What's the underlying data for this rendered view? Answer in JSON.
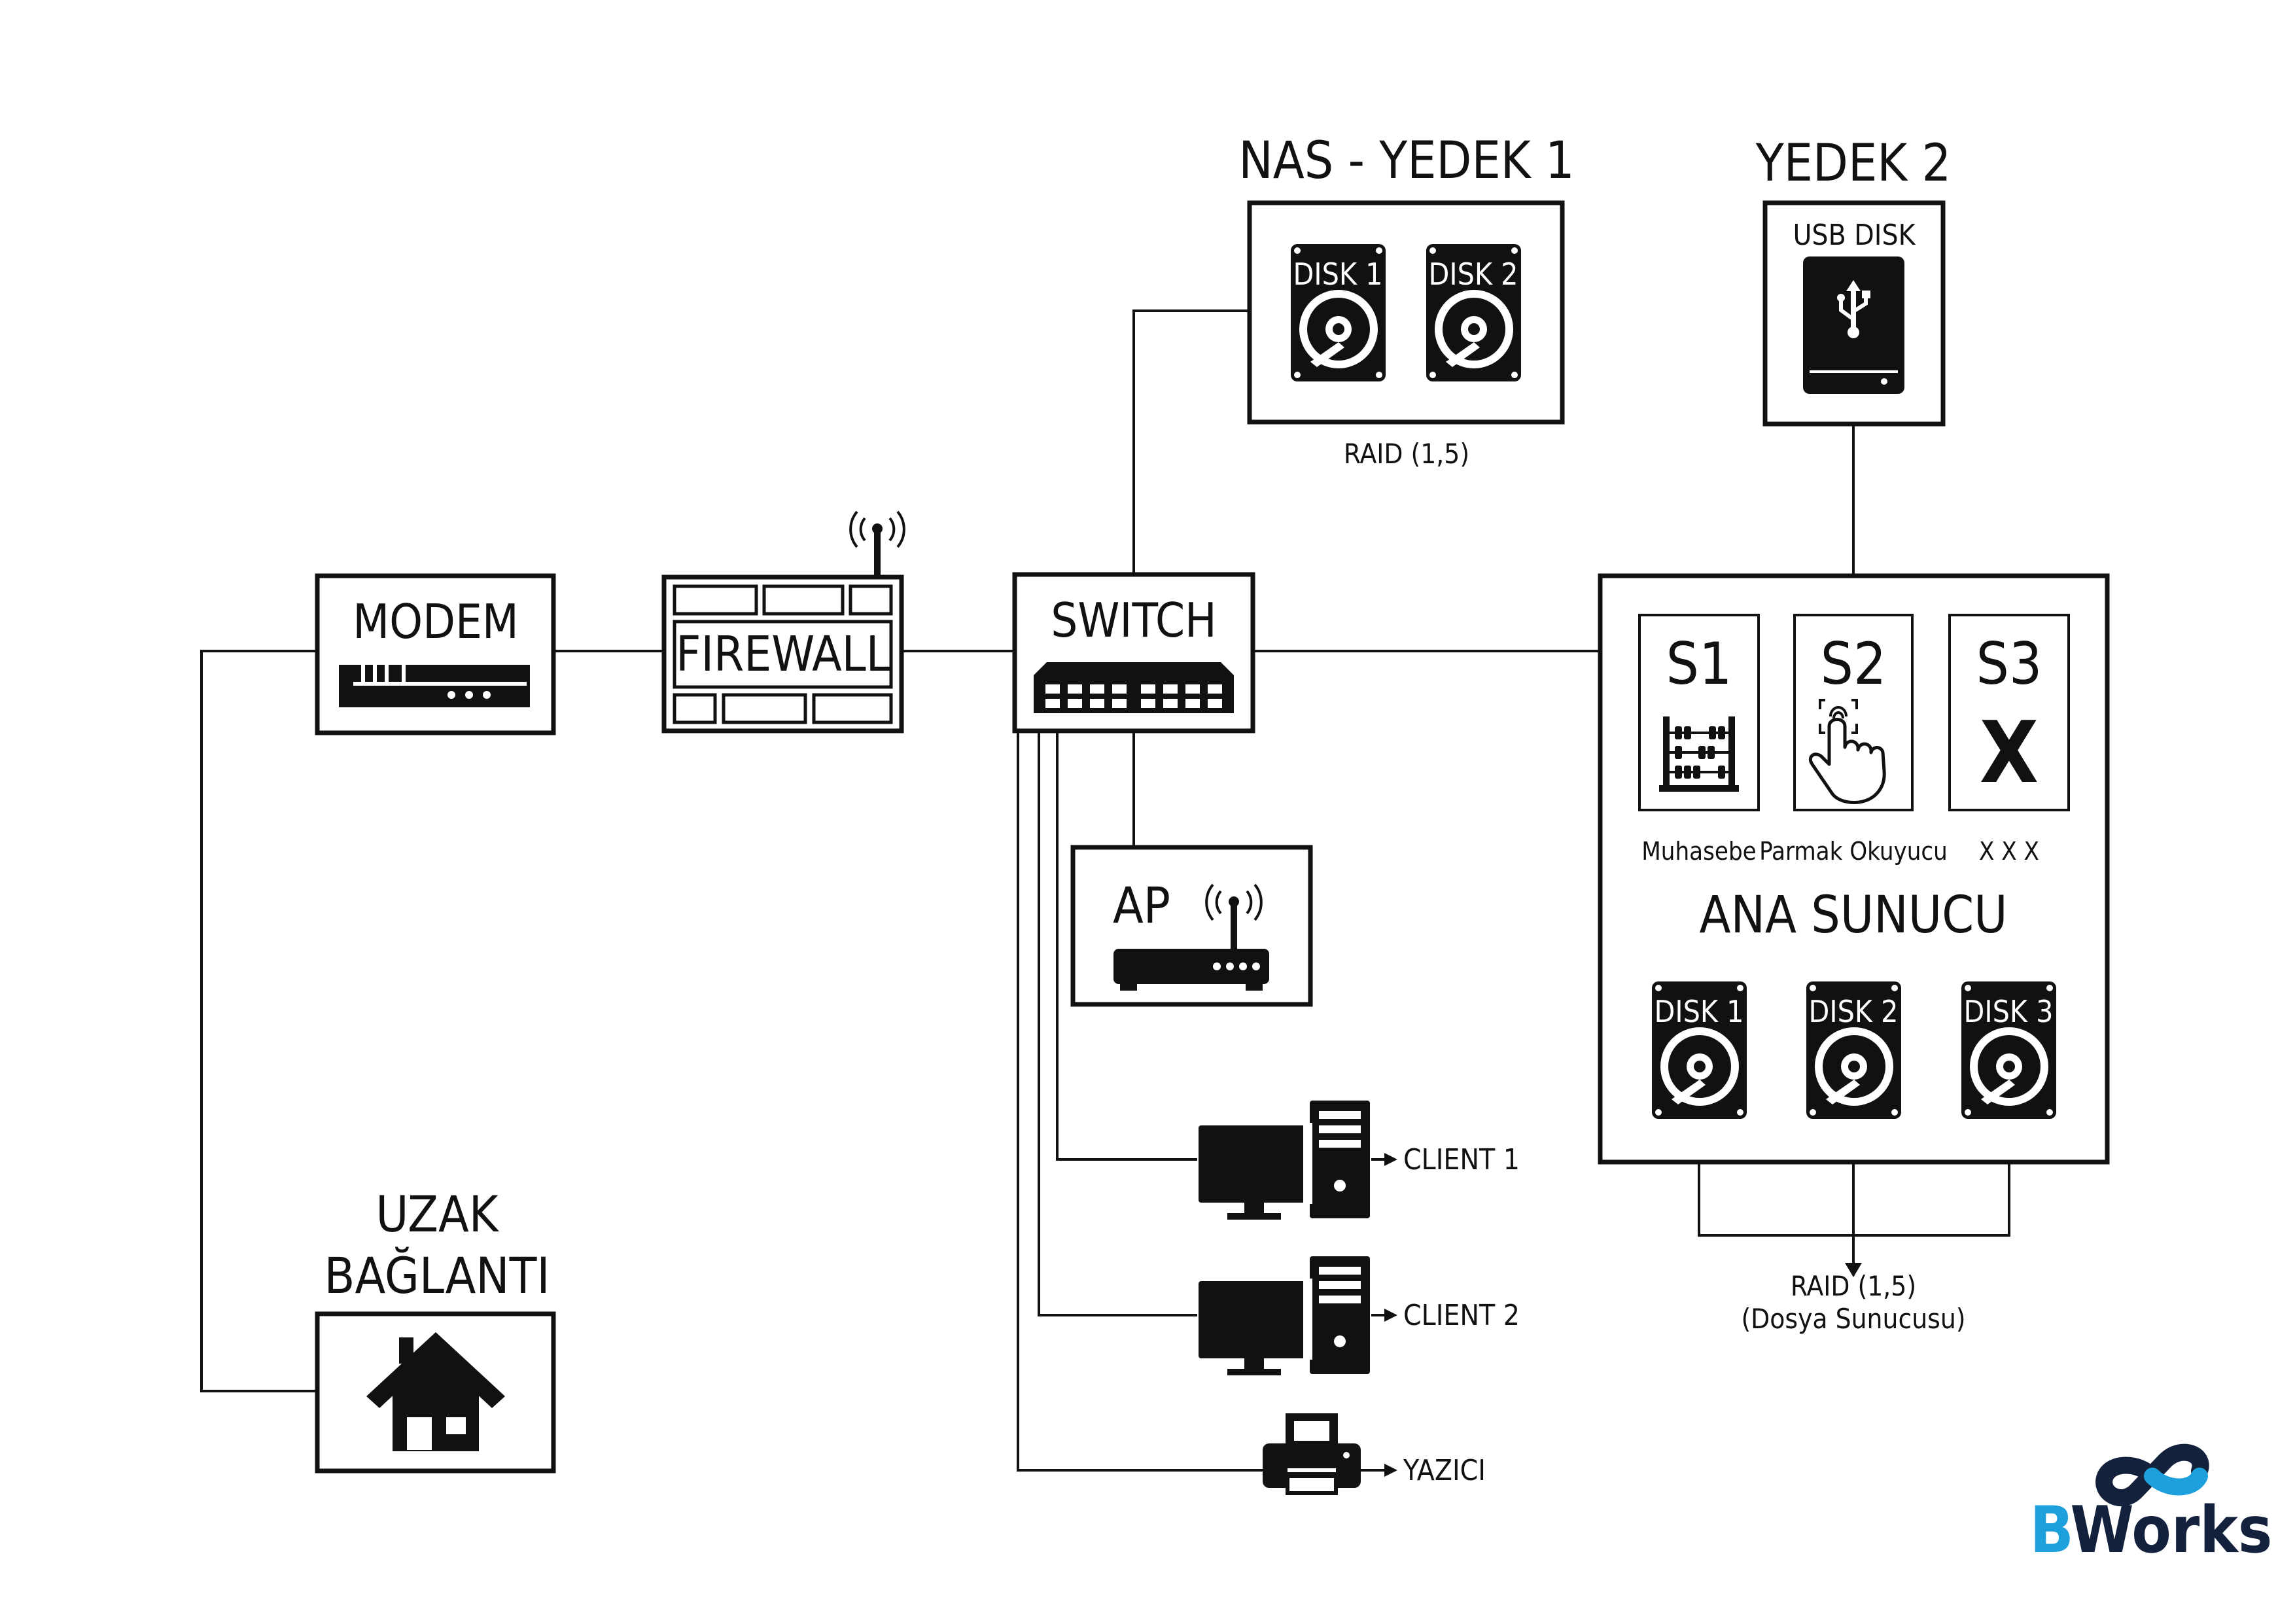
{
  "nodes": {
    "nas": {
      "title": "NAS - YEDEK 1",
      "disks": [
        "DISK 1",
        "DISK 2"
      ],
      "raid": "RAID (1,5)"
    },
    "backup2": {
      "title": "YEDEK 2",
      "device": "USB DISK"
    },
    "modem": {
      "label": "MODEM"
    },
    "firewall": {
      "label": "FIREWALL"
    },
    "switch": {
      "label": "SWITCH"
    },
    "ap": {
      "label": "AP"
    },
    "main_server": {
      "title": "ANA SUNUCU",
      "services": [
        {
          "name": "S1",
          "caption": "Muhasebe",
          "icon": "abacus-icon"
        },
        {
          "name": "S2",
          "caption": "Parmak Okuyucu",
          "icon": "fingerprint-touch-icon"
        },
        {
          "name": "S3",
          "caption": "X X X",
          "symbol": "X"
        }
      ],
      "disks": [
        "DISK 1",
        "DISK 2",
        "DISK 3"
      ],
      "raid": "RAID (1,5)",
      "raid_note": "(Dosya Sunucusu)"
    },
    "remote": {
      "title_line1": "UZAK",
      "title_line2": "BAĞLANTI",
      "icon": "house-icon"
    },
    "clients": [
      "CLIENT 1",
      "CLIENT 2"
    ],
    "printer": {
      "label": "YAZICI"
    }
  },
  "logo": {
    "text_b": "B",
    "text_works": "Works",
    "colors": {
      "primary": "#13213c",
      "accent": "#1ea0dc"
    }
  }
}
